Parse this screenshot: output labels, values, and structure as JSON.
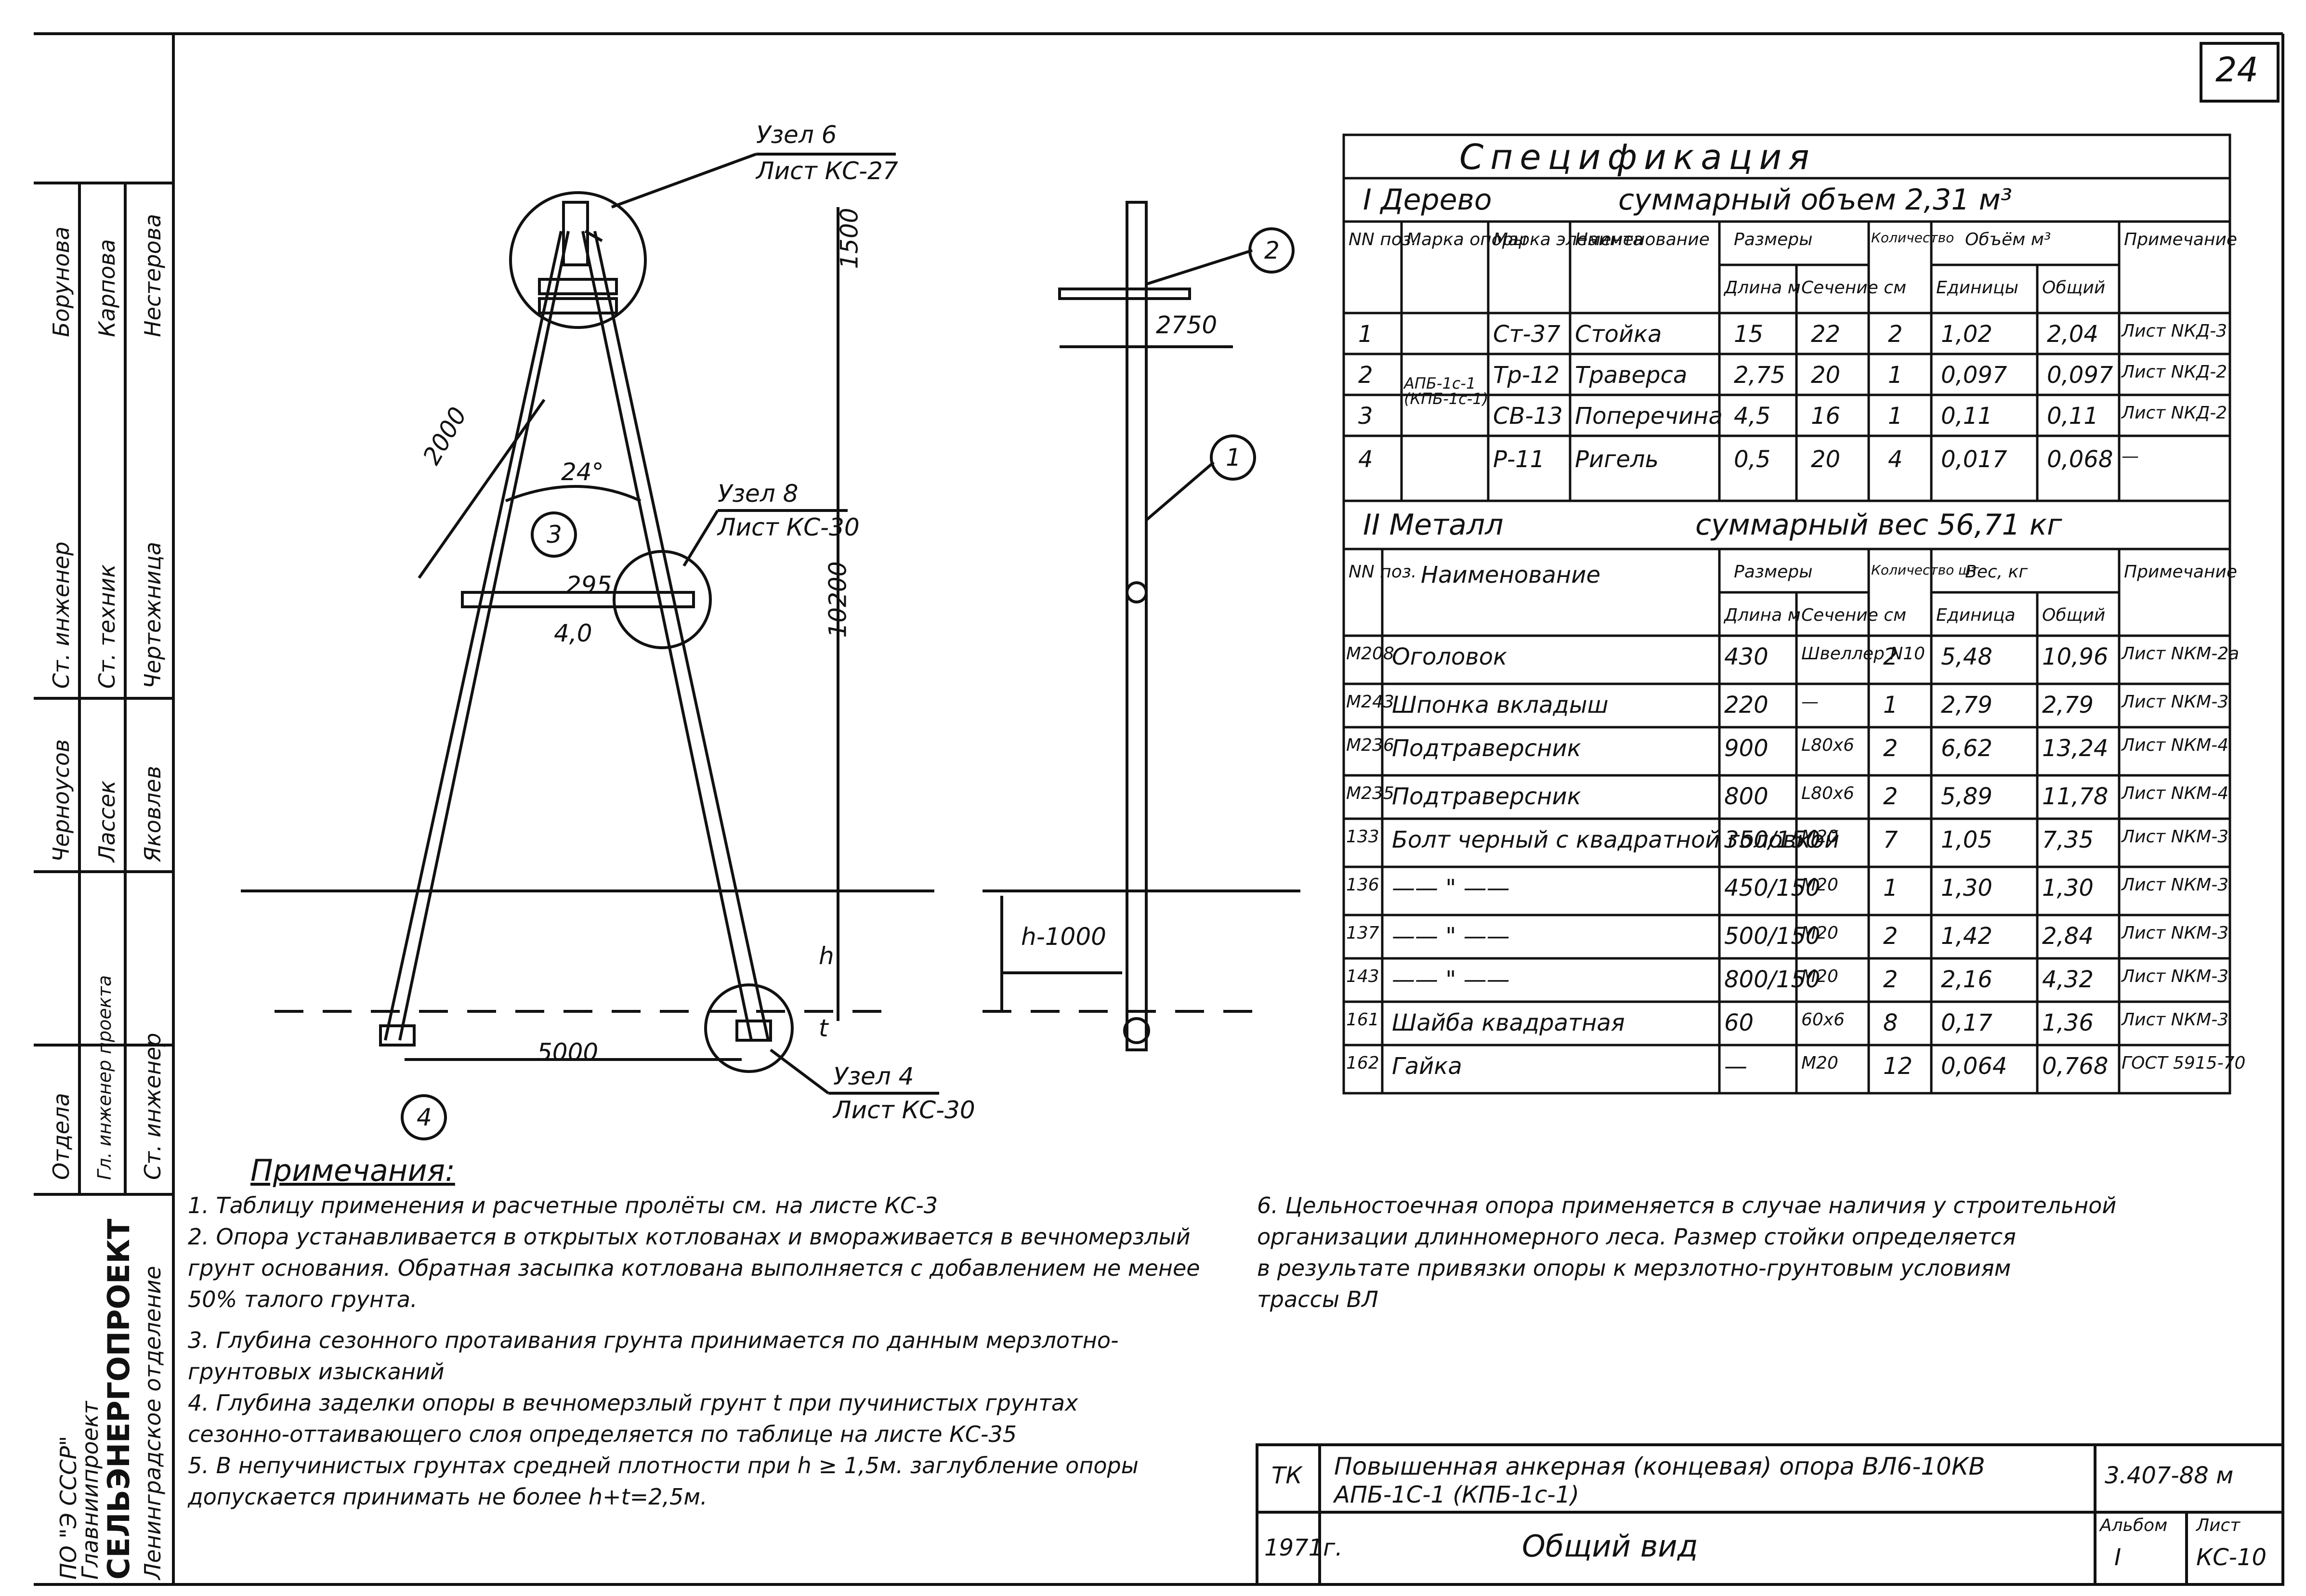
{
  "page_number": "24",
  "side_stamp": {
    "org_top": "ПО \"Э СССР\"",
    "org_main": "Главниипроект",
    "org_name": "СЕЛЬЭНЕРГОПРОЕКТ",
    "org_dept": "Ленинградское отделение",
    "roles": [
      "Отдела",
      "Гл. инженер проекта",
      "Ст. инженер",
      "Ст. инженер",
      "Ст. техник",
      "Чертежница"
    ],
    "names": [
      "Борунова",
      "Карпова",
      "Нестерова",
      "Черноусов",
      "Лассек",
      "Яковлев"
    ]
  },
  "drawing": {
    "node6": "Узел 6",
    "node6_sheet": "Лист КС-27",
    "node8": "Узел 8",
    "node8_sheet": "Лист КС-30",
    "node4": "Узел 4",
    "node4_sheet": "Лист КС-30",
    "dim_1500": "1500",
    "dim_2000": "2000",
    "dim_10200": "10200",
    "angle": "24°",
    "dim_295": "295",
    "dim_40": "4,0",
    "dim_5000": "5000",
    "dim_2750": "2750",
    "dim_h1000": "h-1000",
    "dim_h": "h",
    "dim_t": "t",
    "marks": [
      "1",
      "2",
      "3",
      "4"
    ]
  },
  "spec": {
    "title": "Спецификация",
    "wood_header": "I  Дерево",
    "wood_total": "суммарный объем 2,31 м³",
    "wood_cols": [
      "NN поз.",
      "Марка опоры",
      "Марка элемента",
      "Наименование",
      "Размеры",
      "Длина м",
      "Сечение см",
      "Количество",
      "Объём м³",
      "Единицы",
      "Общий",
      "Примечание"
    ],
    "wood_rows": [
      [
        "1",
        "Ст-37",
        "Стойка",
        "15",
        "22",
        "2",
        "1,02",
        "2,04",
        "Лист NКД-3"
      ],
      [
        "2",
        "Тр-12",
        "Траверса",
        "2,75",
        "20",
        "1",
        "0,097",
        "0,097",
        "Лист NКД-2"
      ],
      [
        "3",
        "СВ-13",
        "Поперечина",
        "4,5",
        "16",
        "1",
        "0,11",
        "0,11",
        "Лист NКД-2"
      ],
      [
        "4",
        "Р-11",
        "Ригель",
        "0,5",
        "20",
        "4",
        "0,017",
        "0,068",
        "—"
      ]
    ],
    "wood_support": "АПБ-1с-1 (КПБ-1с-1)",
    "metal_header": "II  Металл",
    "metal_total": "суммарный вес 56,71 кг",
    "metal_cols": [
      "NN поз.",
      "Наименование",
      "Размеры",
      "Длина м",
      "Сечение см",
      "Количество шт",
      "Вес, кг",
      "Единица",
      "Общий",
      "Примечание"
    ],
    "metal_rows": [
      [
        "М208",
        "Оголовок",
        "430",
        "Швеллер N10",
        "2",
        "5,48",
        "10,96",
        "Лист NКМ-2а"
      ],
      [
        "М243",
        "Шпонка вкладыш",
        "220",
        "—",
        "1",
        "2,79",
        "2,79",
        "Лист NКМ-3"
      ],
      [
        "М236",
        "Подтраверсник",
        "900",
        "L80х6",
        "2",
        "6,62",
        "13,24",
        "Лист NКМ-4"
      ],
      [
        "М235",
        "Подтраверсник",
        "800",
        "L80х6",
        "2",
        "5,89",
        "11,78",
        "Лист NКМ-4"
      ],
      [
        "133",
        "Болт черный с квадратной головкой",
        "350/150",
        "М20",
        "7",
        "1,05",
        "7,35",
        "Лист NКМ-3"
      ],
      [
        "136",
        "—— \" ——",
        "450/150",
        "М20",
        "1",
        "1,30",
        "1,30",
        "Лист NКМ-3"
      ],
      [
        "137",
        "—— \" ——",
        "500/150",
        "М20",
        "2",
        "1,42",
        "2,84",
        "Лист NКМ-3"
      ],
      [
        "143",
        "—— \" ——",
        "800/150",
        "М20",
        "2",
        "2,16",
        "4,32",
        "Лист NКМ-3"
      ],
      [
        "161",
        "Шайба квадратная",
        "60",
        "60х6",
        "8",
        "0,17",
        "1,36",
        "Лист NКМ-3"
      ],
      [
        "162",
        "Гайка",
        "—",
        "М20",
        "12",
        "0,064",
        "0,768",
        "ГОСТ 5915-70"
      ]
    ]
  },
  "notes": {
    "title": "Примечания:",
    "items": [
      "1. Таблицу применения и расчетные пролёты см. на листе КС-3",
      "2. Опора устанавливается в открытых котлованах и вмораживается в вечномерзлый",
      "грунт основания. Обратная засыпка котлована выполняется с добавлением не менее",
      "50% талого грунта.",
      "3. Глубина сезонного протаивания грунта принимается по данным мерзлотно-",
      "грунтовых изысканий",
      "4. Глубина заделки опоры в вечномерзлый грунт t при пучинистых грунтах",
      "сезонно-оттаивающего слоя определяется по таблице на листе КС-35",
      "5. В непучинистых грунтах средней плотности при h ≥ 1,5м. заглубление опоры",
      "допускается принимать не более h+t=2,5м."
    ],
    "items_right": [
      "6. Цельностоечная опора применяется в случае наличия у строительной",
      "организации длинномерного леса. Размер стойки определяется",
      "в результате привязки опоры к мерзлотно-грунтовым условиям",
      "трассы ВЛ"
    ]
  },
  "title_block": {
    "tk": "ТК",
    "year": "1971г.",
    "title": "Повышенная анкерная (концевая) опора ВЛ6-10КВ",
    "subtitle": "АПБ-1С-1 (КПБ-1с-1)",
    "view": "Общий вид",
    "code": "3.407-88 м",
    "album_label": "Альбом",
    "album": "I",
    "sheet_label": "Лист",
    "sheet": "КС-10"
  }
}
